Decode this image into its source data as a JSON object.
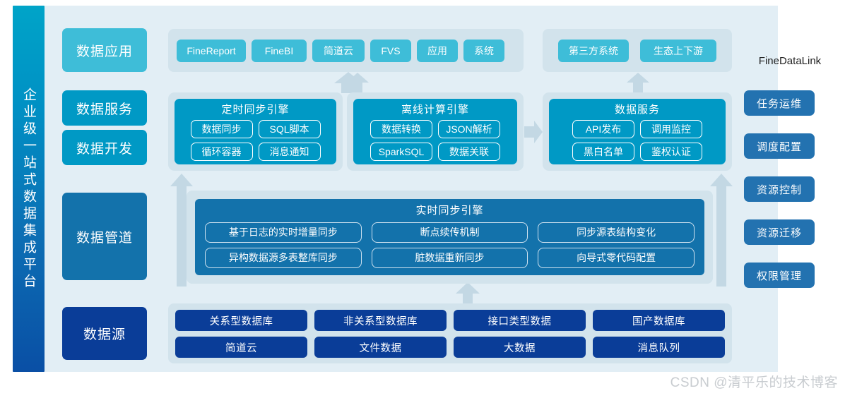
{
  "left_bar": {
    "text": "企业级一站式数据集成平台"
  },
  "brand": {
    "name": "FineDataLink"
  },
  "layers": [
    {
      "key": "app",
      "label": "数据应用"
    },
    {
      "key": "service",
      "label": "数据服务"
    },
    {
      "key": "dev",
      "label": "数据开发"
    },
    {
      "key": "pipe",
      "label": "数据管道"
    },
    {
      "key": "source",
      "label": "数据源"
    }
  ],
  "application_row": {
    "group_internal": {
      "chips": [
        "FineReport",
        "FineBI",
        "简道云",
        "FVS",
        "应用",
        "系统"
      ]
    },
    "group_external": {
      "chips": [
        "第三方系统",
        "生态上下游"
      ]
    }
  },
  "engines": [
    {
      "title": "定时同步引擎",
      "cells": [
        "数据同步",
        "SQL脚本",
        "循环容器",
        "消息通知"
      ]
    },
    {
      "title": "离线计算引擎",
      "cells": [
        "数据转换",
        "JSON解析",
        "SparkSQL",
        "数据关联"
      ]
    },
    {
      "title": "数据服务",
      "cells": [
        "API发布",
        "调用监控",
        "黑白名单",
        "鉴权认证"
      ]
    }
  ],
  "realtime_engine": {
    "title": "实时同步引擎",
    "cells": [
      "基于日志的实时增量同步",
      "断点续传机制",
      "同步源表结构变化",
      "异构数据源多表整库同步",
      "脏数据重新同步",
      "向导式零代码配置"
    ]
  },
  "data_sources": {
    "chips": [
      "关系型数据库",
      "非关系型数据库",
      "接口类型数据",
      "国产数据库",
      "简道云",
      "文件数据",
      "大数据",
      "消息队列"
    ]
  },
  "sidebar": {
    "items": [
      "任务运维",
      "调度配置",
      "资源控制",
      "资源迁移",
      "权限管理"
    ]
  },
  "watermark": {
    "text": "CSDN @清平乐的技术博客"
  },
  "colors": {
    "bar_top": "#00a4c8",
    "bar_bottom": "#0a4fa5",
    "panel_bg": "#e2eef5",
    "group_bg": "#d2e3ec",
    "app_accent": "#3ebdd8",
    "engine_accent": "#0099c5",
    "pipe_accent": "#1372ab",
    "source_accent": "#0a3d98",
    "sidebar_accent": "#2372b0",
    "arrow": "#c3d8e4",
    "watermark": "#c8ccd0"
  }
}
